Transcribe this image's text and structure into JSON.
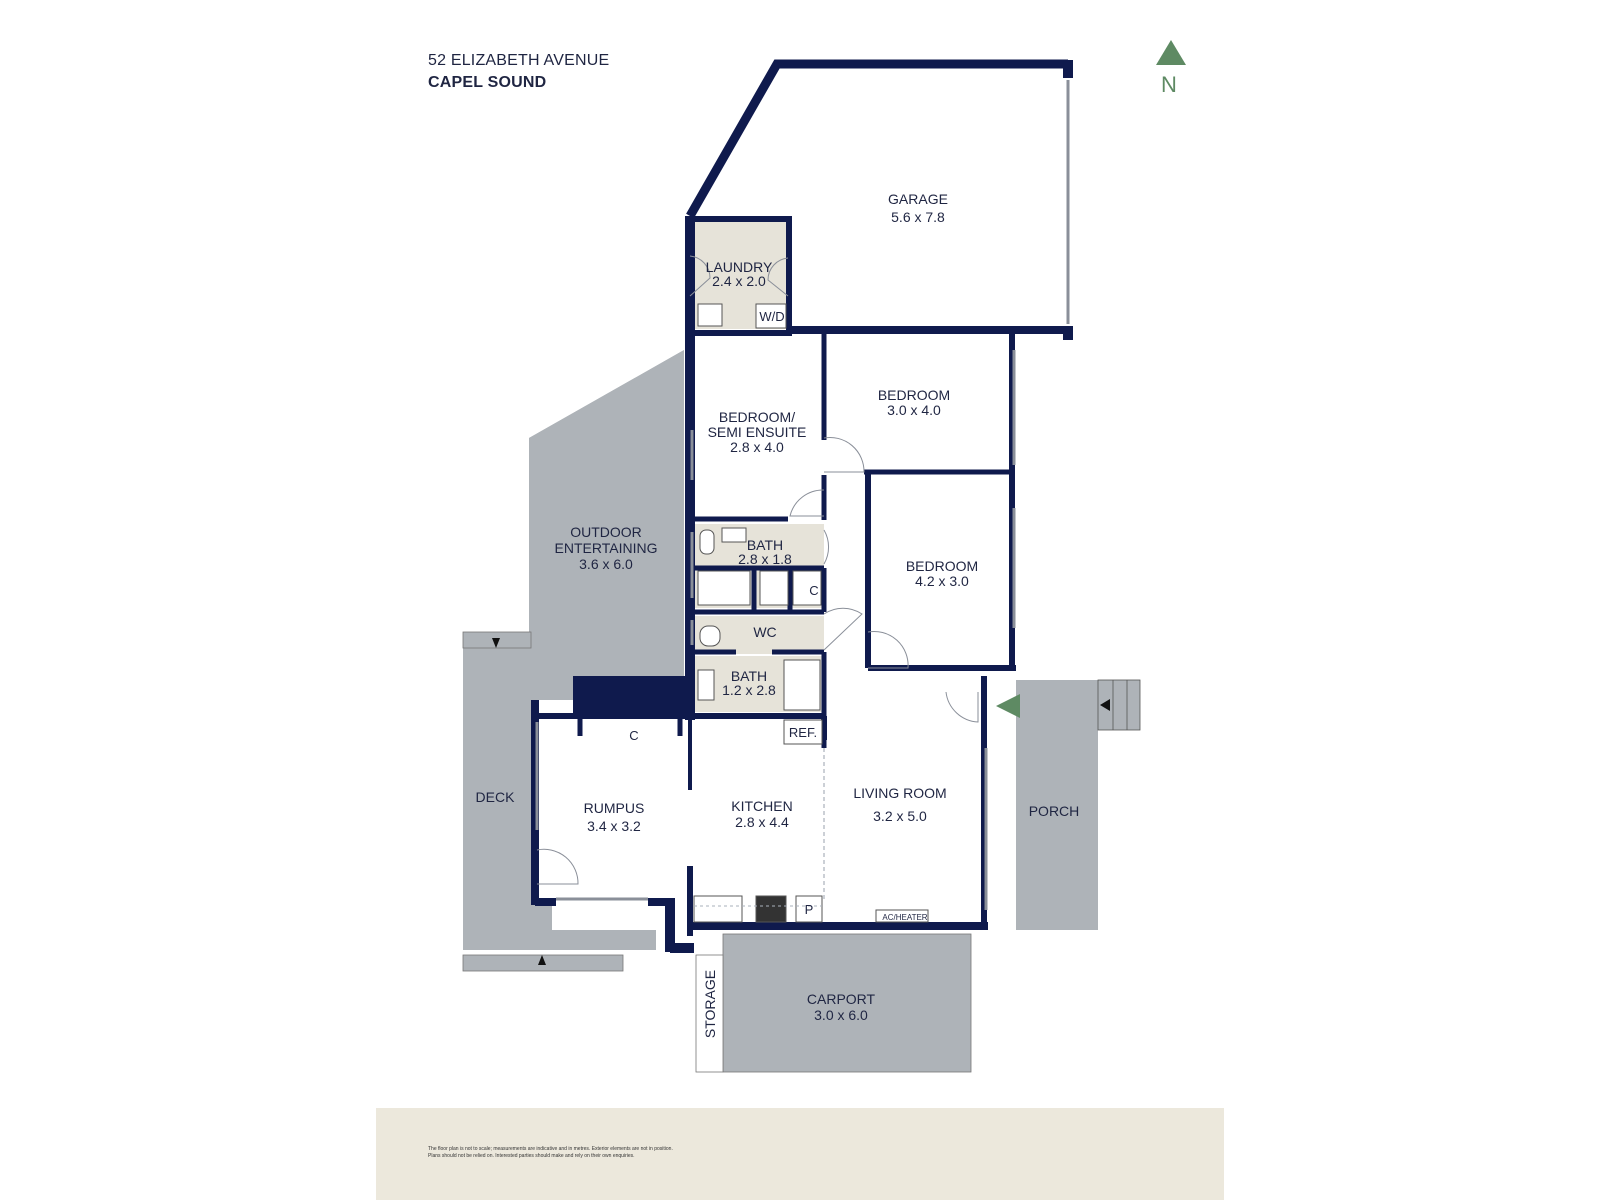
{
  "header": {
    "address_line1": "52 ELIZABETH AVENUE",
    "address_line2": "CAPEL SOUND"
  },
  "compass": {
    "label": "N",
    "icon": "north-arrow-icon",
    "color": "#5e8a63"
  },
  "colors": {
    "wall": "#0f1a4d",
    "wet_area": "#e6e3d9",
    "outdoor": "#aeb3b8",
    "entry_arrow": "#5e8a63",
    "footer": "#ece8dc"
  },
  "rooms": {
    "garage": {
      "name": "GARAGE",
      "size": "5.6 x 7.8"
    },
    "laundry": {
      "name": "LAUNDRY",
      "size": "2.4 x 2.0"
    },
    "wd": {
      "name": "W/D"
    },
    "bedroom_semi": {
      "name1": "BEDROOM/",
      "name2": "SEMI ENSUITE",
      "size": "2.8 x 4.0"
    },
    "bedroom_a": {
      "name": "BEDROOM",
      "size": "3.0 x 4.0"
    },
    "bedroom_b": {
      "name": "BEDROOM",
      "size": "4.2 x 3.0"
    },
    "bath_a": {
      "name": "BATH",
      "size": "2.8 x 1.8"
    },
    "cupboard_a": {
      "name": "C"
    },
    "wc": {
      "name": "WC"
    },
    "bath_b": {
      "name": "BATH",
      "size": "1.2 x 2.8"
    },
    "outdoor": {
      "name1": "OUTDOOR",
      "name2": "ENTERTAINING",
      "size": "3.6 x 6.0"
    },
    "deck": {
      "name": "DECK"
    },
    "rumpus": {
      "name": "RUMPUS",
      "size": "3.4 x 3.2"
    },
    "cupboard_b": {
      "name": "C"
    },
    "kitchen": {
      "name": "KITCHEN",
      "size": "2.8 x 4.4"
    },
    "ref": {
      "name": "REF."
    },
    "pantry": {
      "name": "P"
    },
    "living": {
      "name": "LIVING ROOM",
      "size": "3.2 x 5.0"
    },
    "ac": {
      "name": "AC/HEATER"
    },
    "porch": {
      "name": "PORCH"
    },
    "carport": {
      "name": "CARPORT",
      "size": "3.0 x 6.0"
    },
    "storage": {
      "name": "STORAGE"
    }
  },
  "footer": {
    "disclaimer1": "The floor plan is not to scale; measurements are indicative and in metres. Exterior elements are not in position.",
    "disclaimer2": "Plans should not be relied on. Interested parties should make and rely on their own enquiries."
  }
}
